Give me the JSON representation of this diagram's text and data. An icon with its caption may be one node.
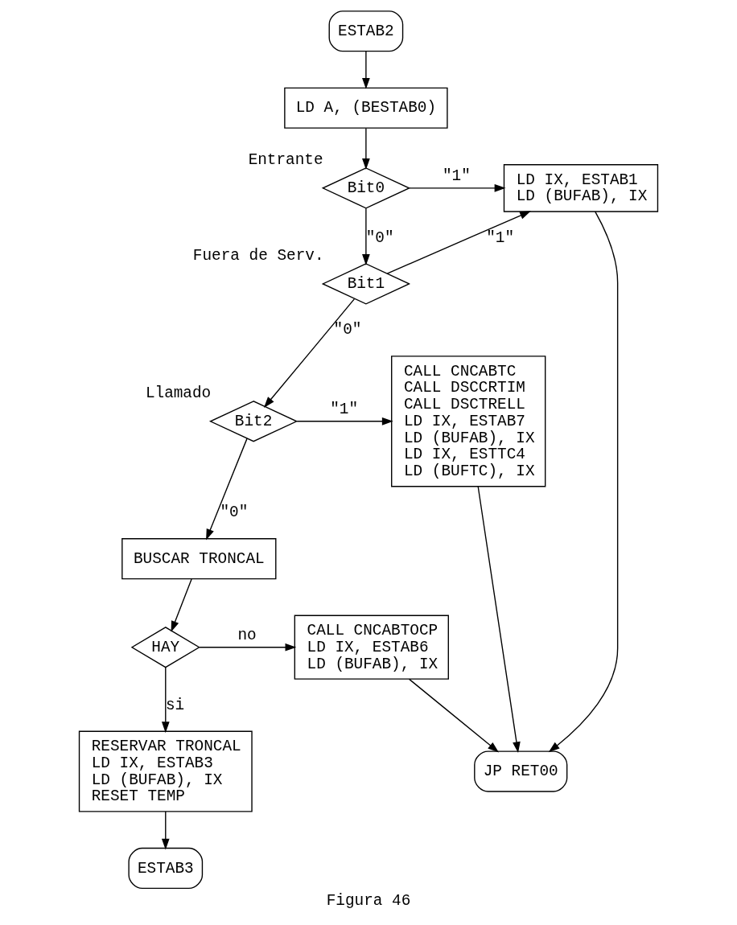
{
  "diagram": {
    "caption": "Figura 46",
    "nodes": [
      {
        "text": [
          "ESTAB2"
        ]
      },
      {
        "text": [
          "LD A, (BESTAB0)"
        ]
      },
      {
        "text": [
          "Bit0"
        ],
        "beside": [
          "Entrante"
        ]
      },
      {
        "text": [
          "LD IX, ESTAB1",
          "LD (BUFAB), IX"
        ]
      },
      {
        "text": [
          "Bit1"
        ],
        "beside": [
          "Fuera de Serv."
        ]
      },
      {
        "text": [
          "Bit2"
        ],
        "beside": [
          "Llamado"
        ]
      },
      {
        "text": [
          "CALL CNCABTC",
          "CALL DSCCRTIM",
          "CALL DSCTRELL",
          "LD IX, ESTAB7",
          "LD (BUFAB), IX",
          "LD IX, ESTTC4",
          "LD (BUFTC), IX"
        ]
      },
      {
        "text": [
          "BUSCAR TRONCAL"
        ]
      },
      {
        "text": [
          "HAY"
        ]
      },
      {
        "text": [
          "CALL CNCABTOCP",
          "LD IX, ESTAB6",
          "LD (BUFAB), IX"
        ]
      },
      {
        "text": [
          "RESERVAR TRONCAL",
          "LD IX, ESTAB3",
          "LD (BUFAB), IX",
          "RESET TEMP"
        ]
      },
      {
        "text": [
          "JP RET00"
        ]
      },
      {
        "text": [
          "ESTAB3"
        ]
      }
    ],
    "edges": [
      {
        "from": 0,
        "to": 1,
        "arrow": "to"
      },
      {
        "from": 1,
        "to": 2,
        "arrow": "to"
      },
      {
        "from": 2,
        "to": 3,
        "arrow": "to",
        "label": "\"1\""
      },
      {
        "from": 2,
        "to": 4,
        "arrow": "to",
        "label": "\"0\""
      },
      {
        "from": 4,
        "to": 3,
        "arrow": "to",
        "label": "\"1\""
      },
      {
        "from": 4,
        "to": 5,
        "arrow": "to",
        "label": "\"0\""
      },
      {
        "from": 5,
        "to": 6,
        "arrow": "to",
        "label": "\"1\""
      },
      {
        "from": 5,
        "to": 7,
        "arrow": "to",
        "label": "\"0\""
      },
      {
        "from": 7,
        "to": 8,
        "arrow": "to"
      },
      {
        "from": 8,
        "to": 9,
        "arrow": "to",
        "label": "no"
      },
      {
        "from": 8,
        "to": 10,
        "arrow": "to",
        "label": "si"
      },
      {
        "from": 10,
        "to": 12,
        "arrow": "to"
      },
      {
        "from": 3,
        "to": 11,
        "arrow": "to"
      },
      {
        "from": 6,
        "to": 11,
        "arrow": "to"
      },
      {
        "from": 9,
        "to": 11,
        "arrow": "to"
      }
    ]
  }
}
